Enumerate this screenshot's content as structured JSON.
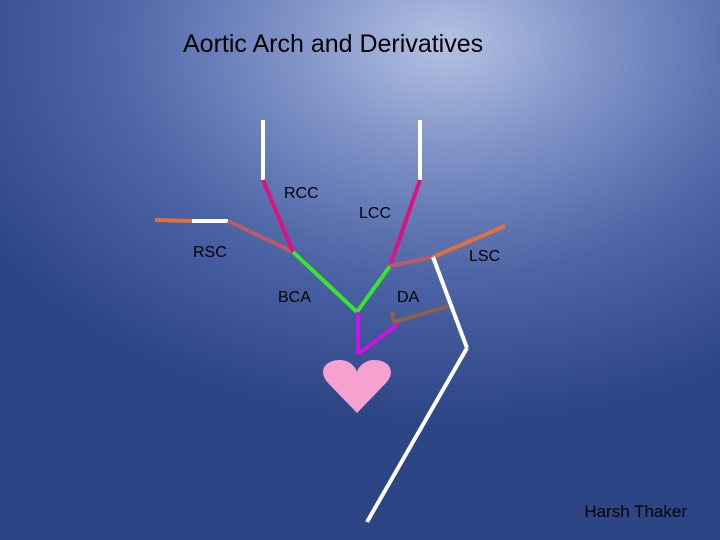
{
  "slide": {
    "title": "Aortic Arch and Derivatives",
    "author": "Harsh Thaker"
  },
  "labels": {
    "rcc": "RCC",
    "lcc": "LCC",
    "rsc": "RSC",
    "lsc": "LSC",
    "bca": "BCA",
    "da": "DA"
  },
  "colors": {
    "white": "#ffffff",
    "orange": "#e2703a",
    "magenta": "#e0107f",
    "rose": "#b85c6c",
    "green": "#39e62a",
    "purple": "#cc14e0",
    "brown": "#8d6149",
    "heart": "#f6a1cf"
  }
}
